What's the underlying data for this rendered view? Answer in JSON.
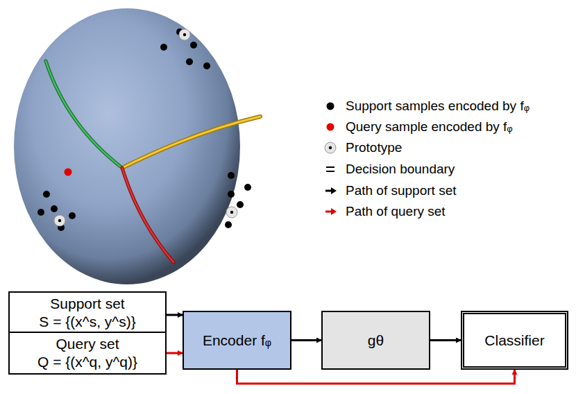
{
  "diagram": {
    "nodes": [
      {
        "text": [
          "Support set",
          "S = {(x^s, y^s)}"
        ]
      },
      {
        "text": [
          "Query set",
          "Q = {(x^q, y^q)}"
        ]
      },
      {
        "text": [
          "Encoder fᵩ"
        ]
      },
      {
        "text": [
          "gθ"
        ]
      },
      {
        "text": [
          "Classifier"
        ]
      }
    ],
    "edges": [
      {
        "from": 0,
        "to": 2,
        "arrow": "to"
      },
      {
        "from": 1,
        "to": 2,
        "arrow": "to"
      },
      {
        "from": 2,
        "to": 3,
        "arrow": "to"
      },
      {
        "from": 3,
        "to": 4,
        "arrow": "to"
      },
      {
        "from": 2,
        "to": 4,
        "arrow": "to"
      }
    ],
    "legend": [
      {
        "text": "Support samples encoded by fᵩ",
        "color": "#000000"
      },
      {
        "text": "Query sample encoded by fᵩ",
        "color": "#e00000"
      },
      {
        "text": "Prototype"
      },
      {
        "text": "Decision boundary"
      },
      {
        "text": "Path of support set"
      },
      {
        "text": "Path of query set"
      }
    ]
  }
}
